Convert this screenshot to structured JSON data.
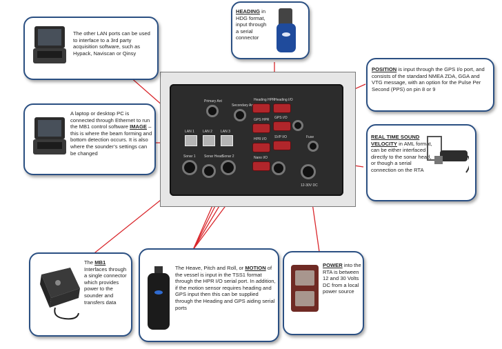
{
  "callouts": {
    "heading": {
      "title": "HEADING",
      "text": " in HDG format, input through a serial connector"
    },
    "lan": {
      "text": "The other LAN ports can be used to interface to a 3rd party acquisition software, such as Hypack, Naviscan or Qinsy"
    },
    "laptop": {
      "pre": "A laptop or desktop PC is connected through Ethernet  to run the MB1 control software ",
      "title": "IMAGE",
      "post": " – this is where the beam forming and bottom detection occurs.  It is also where the sounder’s settings can be changed"
    },
    "position": {
      "title": "POSITION",
      "text": " is input through the GPS I/o port, and consists of the standard NMEA ZDA, GGA and VTG message, with an option for the Pulse Per Second (PPS) on pin 8 or 9"
    },
    "sound": {
      "title": "REAL TIME SOUND VELOCITY",
      "text": "  in AML format, can be either interfaced directly to the sonar head, or though a serial connection on the RTA"
    },
    "mb1": {
      "pre": "The ",
      "title": "MB1",
      "text": " Interfaces through a single connector which provides power to the sounder and transfers data"
    },
    "motion": {
      "pre": "The Heave, Pitch and Roll, or ",
      "title": "MOTION",
      "text": " of the vessel is input in the TSS1 format through the HPR I/O serial port.  In addition, if the motion sensor requires heading and GPS input then this can be supplied through the Heading and GPS aiding serial ports"
    },
    "power": {
      "title": "POWER",
      "text": " into the RTA is between 12 and  30 Volts DC from a local power source"
    }
  },
  "panel_labels": {
    "primary_ant": "Primary Ant",
    "secondary_ant": "Secondary Ant.",
    "heading_hpr": "Heading HPR",
    "heading_io": "Heading I/O",
    "gps_io": "GPS I/O",
    "gps_hpr": "GPS HPR",
    "hpr_io": "HPR I/O",
    "svp_io": "SVP I/O",
    "nano_io": "Nano I/O",
    "lan1": "LAN 1",
    "lan2": "LAN 2",
    "lan3": "LAN 3",
    "sonar1": "Sonar 1",
    "sonar_head": "Sonar Head",
    "sonar2": "Sonar 2",
    "fuse": "Fuse",
    "power": "12-30V DC"
  },
  "colors": {
    "border": "#2a4f82",
    "wire": "#d9262b",
    "serial": "#b1262b"
  }
}
